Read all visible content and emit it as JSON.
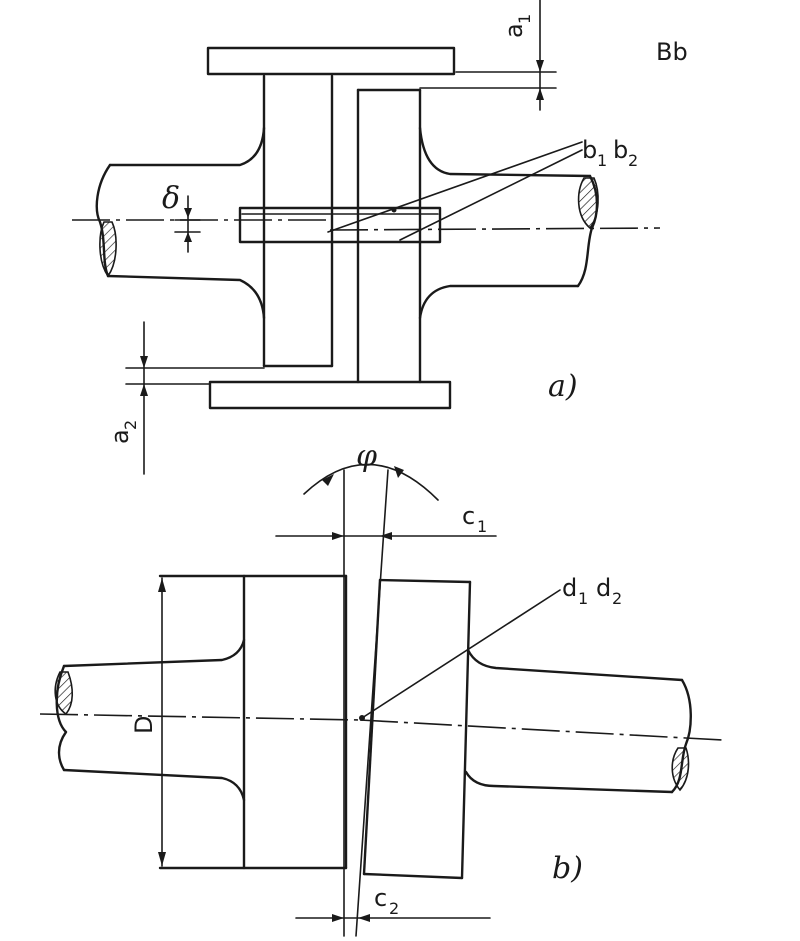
{
  "labels": {
    "corner": "Bb",
    "a1": "a",
    "a1_sub": "1",
    "a2": "a",
    "a2_sub": "2",
    "b": "b",
    "b1_sub": "1",
    "b2": "b",
    "b2_sub": "2",
    "delta": "δ",
    "fig_a": "a)",
    "phi": "φ",
    "c1": "c",
    "c1_sub": "1",
    "d": "d",
    "d1_sub": "1",
    "d2": "d",
    "d2_sub": "2",
    "D": "D",
    "fig_b": "b)",
    "c2": "c",
    "c2_sub": "2"
  }
}
